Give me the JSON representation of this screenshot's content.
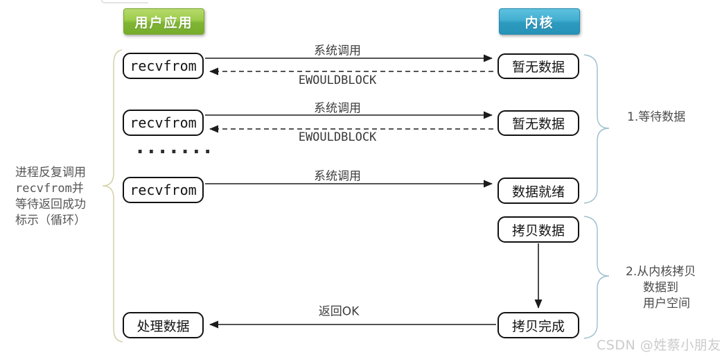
{
  "headers": {
    "user_app": "用户应用",
    "kernel": "内核"
  },
  "boxes": {
    "recvfrom": "recvfrom",
    "process_data": "处理数据",
    "no_data": "暂无数据",
    "data_ready": "数据就绪",
    "copy_data": "拷贝数据",
    "copy_done": "拷贝完成"
  },
  "labels": {
    "syscall": "系统调用",
    "ewouldblock": "EWOULDBLOCK",
    "return_ok": "返回OK",
    "ellipsis": "·······"
  },
  "left_note": {
    "line1": "进程反复调用",
    "line2": "recvfrom并",
    "line3": "等待返回成功",
    "line4": "标示（循环）"
  },
  "annotations": {
    "step1": "1.等待数据",
    "step2_line1": "2.从内核拷贝",
    "step2_line2": "数据到",
    "step2_line3": "用户空间"
  },
  "watermark": "CSDN @姓蔡小朋友",
  "colors": {
    "user_app_green_top": "#b6db6c",
    "user_app_green_bottom": "#76ad2c",
    "kernel_blue_top": "#5fc2e0",
    "kernel_blue_bottom": "#2793b8",
    "node_border": "#111111",
    "arrow": "#1c1c1c",
    "brace_left": "#d6d2ab",
    "brace_right": "#9cbfce",
    "watermark_gray": "#cbcbcb"
  }
}
